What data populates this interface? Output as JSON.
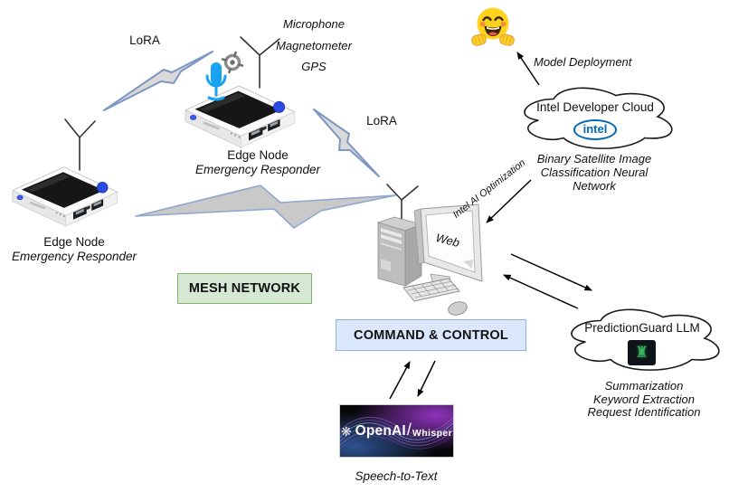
{
  "mesh_network": {
    "label": "MESH NETWORK"
  },
  "command_control": {
    "label": "COMMAND & CONTROL"
  },
  "edge_node_1": {
    "title": "Edge Node",
    "subtitle": "Emergency Responder"
  },
  "edge_node_2": {
    "title": "Edge Node",
    "subtitle": "Emergency Responder",
    "sensors": [
      "Microphone",
      "Magnetometer",
      "GPS"
    ]
  },
  "links": {
    "lora_top": "LoRA",
    "lora_right": "LoRA",
    "model_deployment": "Model Deployment",
    "intel_ai_optimization": "Intel AI Optimization"
  },
  "command_center": {
    "screen_label": "Web"
  },
  "intel_cloud": {
    "title": "Intel Developer Cloud",
    "logo_text": "intel",
    "caption": "Binary Satellite Image Classification Neural Network"
  },
  "prediction_guard": {
    "title": "PredictionGuard LLM",
    "icon_glyph": "♜",
    "features": [
      "Summarization",
      "Keyword Extraction",
      "Request Identification"
    ]
  },
  "whisper": {
    "logo_glyph": "❋",
    "brand": "OpenAI",
    "separator": "/",
    "product": "Whisper",
    "caption": "Speech-to-Text"
  },
  "colors": {
    "mesh_box_bg": "#d5e8d4",
    "mesh_box_border": "#82b366",
    "command_box_bg": "#dbe8fb",
    "command_box_border": "#8fb1dc",
    "bolt_stroke": "#7d97c3",
    "bolt_fill": "#c9c9c9",
    "intel_blue": "#0068b5",
    "microphone_blue": "#18a2f2",
    "rook_green": "#37b35f",
    "hugging_face_yellow": "#ffd21e"
  }
}
